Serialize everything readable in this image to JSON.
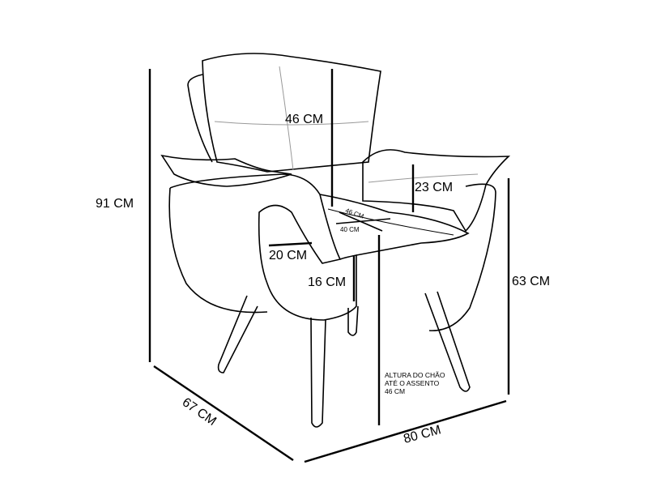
{
  "dimensions": {
    "backrest_height": "46 CM",
    "total_height": "91 CM",
    "armrest_cushion": "23 CM",
    "arm_width": "20 CM",
    "arm_height": "16 CM",
    "arm_top_height": "63 CM",
    "depth": "67 CM",
    "width": "80 CM",
    "seat_depth": "46 CM",
    "seat_width": "40 CM"
  },
  "note": {
    "line1": "ALTURA DO CHÃO",
    "line2": "ATÉ O ASSENTO",
    "line3": "46 CM"
  }
}
